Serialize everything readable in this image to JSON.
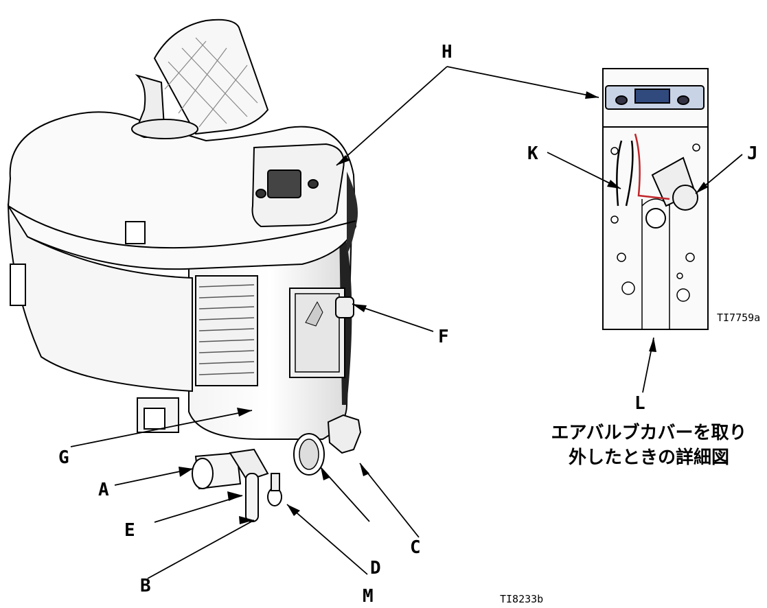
{
  "labels": {
    "A": "A",
    "B": "B",
    "C": "C",
    "D": "D",
    "E": "E",
    "F": "F",
    "G": "G",
    "H": "H",
    "J": "J",
    "K": "K",
    "L": "L",
    "M": "M"
  },
  "caption": {
    "line1": "エアバルブカバーを取り",
    "line2": "外したときの詳細図"
  },
  "figure_refs": {
    "detail": "TI7759a",
    "main": "TI8233b"
  }
}
